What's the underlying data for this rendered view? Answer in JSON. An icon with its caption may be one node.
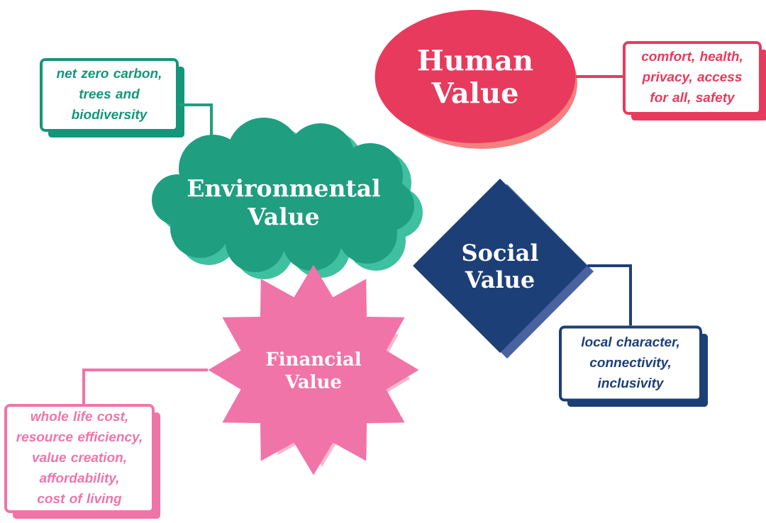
{
  "diagram": {
    "nodes": [
      {
        "text": [
          "Environmental Value"
        ]
      },
      {
        "text": [
          "net zero carbon, trees and biodiversity"
        ]
      },
      {
        "text": [
          "Human Value"
        ]
      },
      {
        "text": [
          "comfort, health, privacy, access for all, safety"
        ]
      },
      {
        "text": [
          "Social Value"
        ]
      },
      {
        "text": [
          "local character, connectivity, inclusivity"
        ]
      },
      {
        "text": [
          "Financial Value"
        ]
      },
      {
        "text": [
          "whole life cost, resource efficiency, value creation, affordability, cost of living"
        ]
      }
    ],
    "edges": [
      {
        "from": 0,
        "to": 1,
        "arrow": "none",
        "color": "#1f9e80"
      },
      {
        "from": 2,
        "to": 3,
        "arrow": "none",
        "color": "#e83a5c"
      },
      {
        "from": 4,
        "to": 5,
        "arrow": "none",
        "color": "#1c3f77"
      },
      {
        "from": 6,
        "to": 7,
        "arrow": "none",
        "color": "#f074a8"
      }
    ]
  }
}
